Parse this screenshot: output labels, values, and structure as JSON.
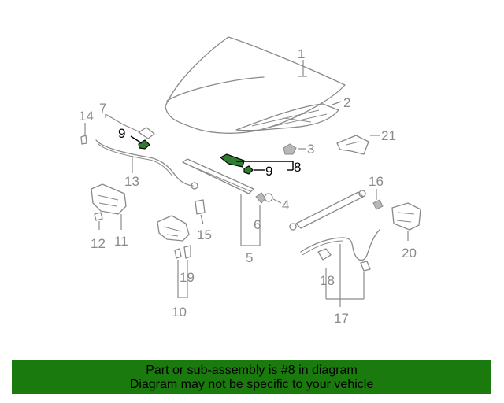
{
  "callouts": {
    "c1": "1",
    "c2": "2",
    "c3": "3",
    "c4": "4",
    "c5": "5",
    "c6": "6",
    "c7": "7",
    "c8": "8",
    "c9a": "9",
    "c9b": "9",
    "c10": "10",
    "c11": "11",
    "c12": "12",
    "c13": "13",
    "c14": "14",
    "c15": "15",
    "c16": "16",
    "c17": "17",
    "c18": "18",
    "c19": "19",
    "c20": "20",
    "c21": "21"
  },
  "banner": {
    "line1": "Part or sub-assembly is #8 in diagram",
    "line2": "Diagram may not be specific to your vehicle"
  },
  "colors": {
    "banner_bg": "#1a7a0e",
    "part_line": "#8a8a8a",
    "highlight_part": "#2e7d32"
  }
}
